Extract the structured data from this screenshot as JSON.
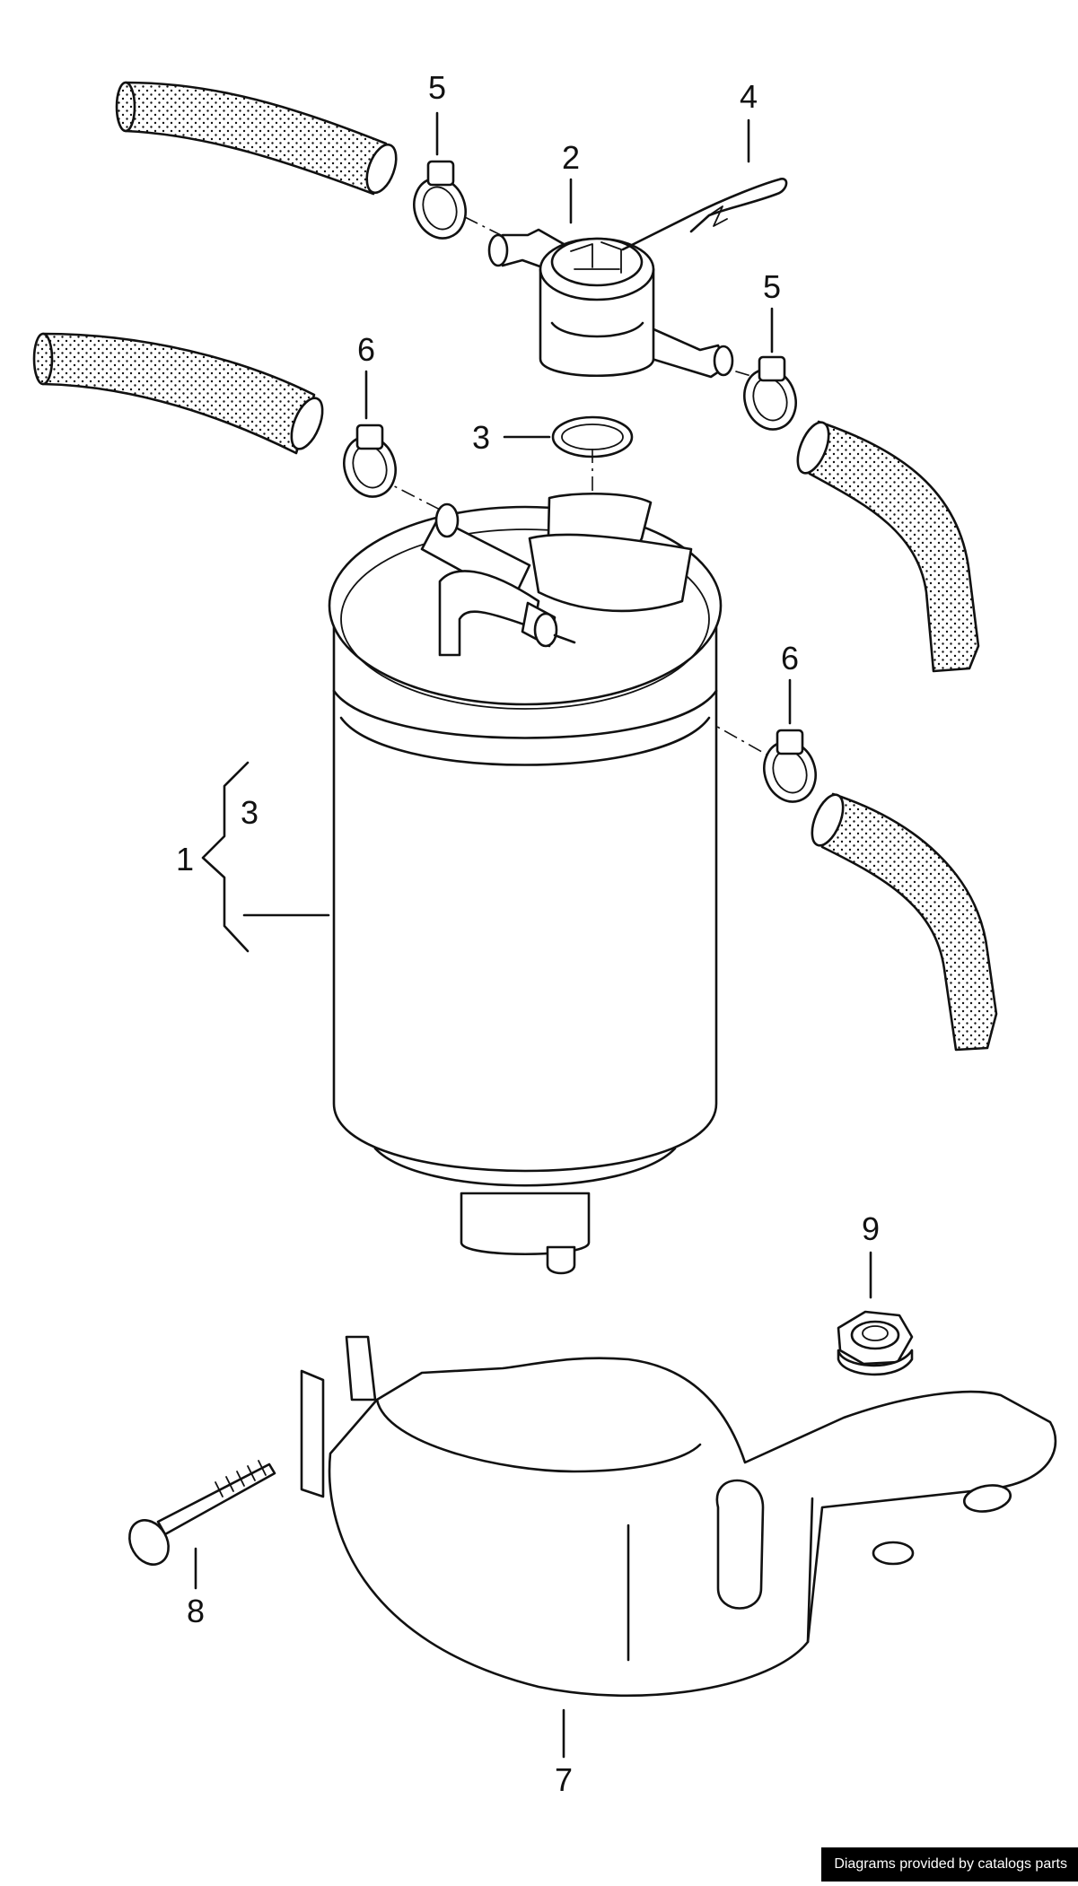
{
  "diagram": {
    "callouts": [
      {
        "id": "c5a",
        "label": "5"
      },
      {
        "id": "c4",
        "label": "4"
      },
      {
        "id": "c2",
        "label": "2"
      },
      {
        "id": "c5b",
        "label": "5"
      },
      {
        "id": "c6a",
        "label": "6"
      },
      {
        "id": "c3a",
        "label": "3"
      },
      {
        "id": "c6b",
        "label": "6"
      },
      {
        "id": "c3b",
        "label": "3"
      },
      {
        "id": "c1",
        "label": "1"
      },
      {
        "id": "c9",
        "label": "9"
      },
      {
        "id": "c8",
        "label": "8"
      },
      {
        "id": "c7",
        "label": "7"
      }
    ]
  },
  "footer": {
    "credit": "Diagrams provided by catalogs parts"
  }
}
